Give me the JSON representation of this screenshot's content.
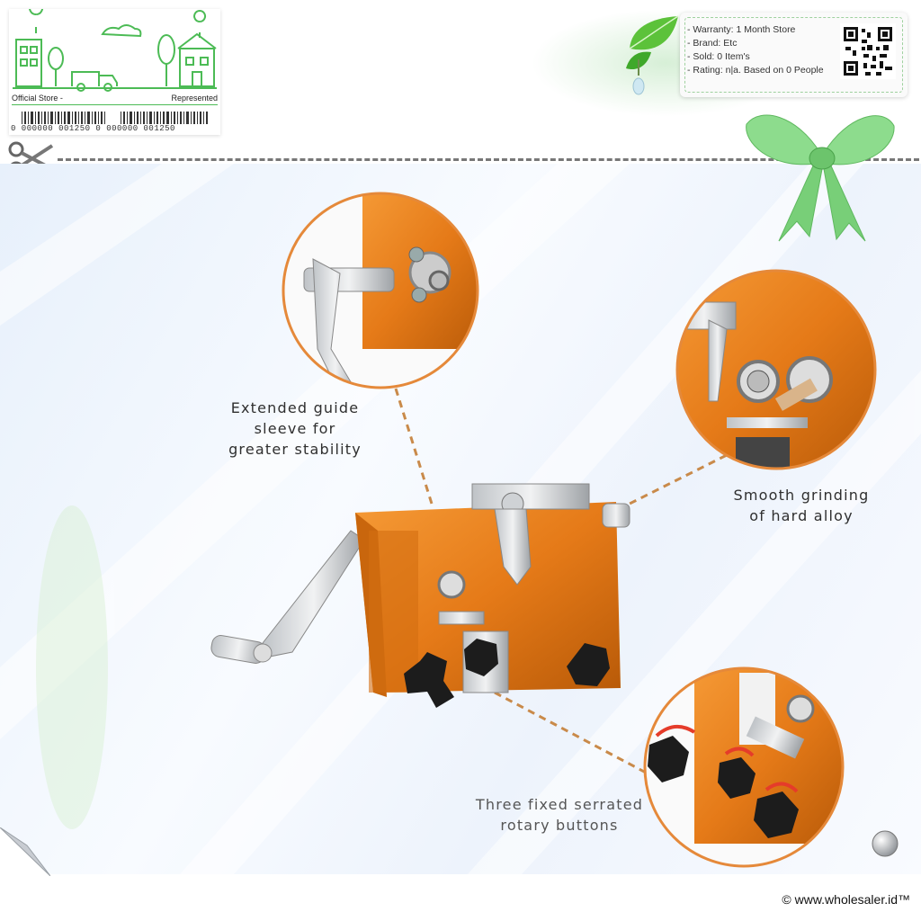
{
  "store": {
    "official_label": "Official Store -",
    "represented_label": "Represented",
    "barcode_text": "0 000000 001250 0  000000 001250"
  },
  "info": {
    "lines": [
      "- Warranty: 1 Month Store",
      "- Brand: Etc",
      "- Sold: 0 Item's",
      "- Rating: n|a. Based on 0 People"
    ]
  },
  "features": {
    "guide_sleeve": [
      "Extended guide",
      "sleeve for",
      "greater stability"
    ],
    "grinding": [
      "Smooth grinding",
      "of hard alloy"
    ],
    "buttons": [
      "Three fixed serrated",
      "rotary buttons"
    ]
  },
  "footer": {
    "copyright": "© www.wholesaler.id™"
  },
  "colors": {
    "accent_green": "#4cbb55",
    "product_orange": "#e57a18",
    "knob_black": "#1c1c1c",
    "dash_line": "#c98a4a"
  },
  "icons": [
    "city-illustration",
    "barcode",
    "leaf-icon",
    "qr-code",
    "scissors-icon",
    "ribbon-bow",
    "page-curl",
    "round-button-icon"
  ]
}
